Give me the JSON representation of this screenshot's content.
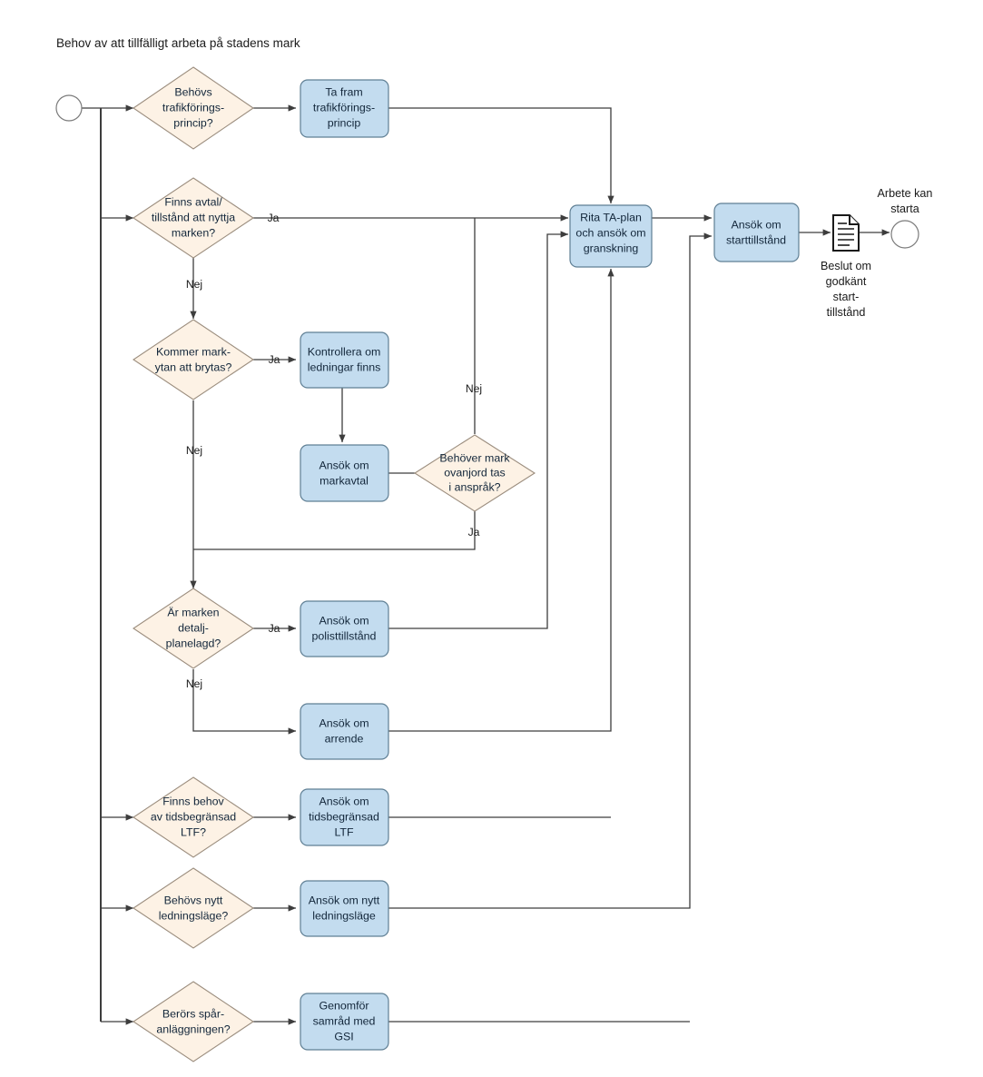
{
  "diagram": {
    "title": "Behov av att tillfälligt arbeta på stadens mark",
    "type": "flowchart",
    "language": "sv",
    "colors": {
      "process_fill": "#c3dcef",
      "process_stroke": "#5f7f94",
      "decision_fill": "#fdf2e5",
      "decision_stroke": "#9b8d7e",
      "connector": "#3d3d3d",
      "text": "#12263a",
      "background": "#ffffff"
    },
    "start": {
      "name": "start-node",
      "label": ""
    },
    "end": {
      "name": "end-node",
      "label": "Arbete kan starta",
      "label_lines": [
        "Arbete kan",
        "starta"
      ]
    },
    "document": {
      "name": "document-node",
      "label": "Beslut om godkänt start- tillstånd",
      "label_lines": [
        "Beslut om",
        "godkänt",
        "start-",
        "tillstånd"
      ]
    },
    "decisions": [
      {
        "id": "d1",
        "name": "decision-trafikforingsprincip",
        "lines": [
          "Behövs",
          "trafikförings-",
          "princip?"
        ]
      },
      {
        "id": "d2",
        "name": "decision-avtal-tillstand",
        "lines": [
          "Finns avtal/",
          "tillstånd att nyttja",
          "marken?"
        ]
      },
      {
        "id": "d3",
        "name": "decision-markytan-brytas",
        "lines": [
          "Kommer mark-",
          "ytan att brytas?"
        ]
      },
      {
        "id": "d4",
        "name": "decision-mark-ovanjord",
        "lines": [
          "Behöver mark",
          "ovanjord tas",
          "i anspråk?"
        ]
      },
      {
        "id": "d5",
        "name": "decision-detaljplanelagd",
        "lines": [
          "Är marken",
          "detalj-",
          "planelagd?"
        ]
      },
      {
        "id": "d6",
        "name": "decision-tidsbegransad-ltf",
        "lines": [
          "Finns behov",
          "av tidsbegränsad",
          "LTF?"
        ]
      },
      {
        "id": "d7",
        "name": "decision-nytt-ledningslage",
        "lines": [
          "Behövs nytt",
          "ledningsläge?"
        ]
      },
      {
        "id": "d8",
        "name": "decision-sparanlaggningen",
        "lines": [
          "Berörs spår-",
          "anläggningen?"
        ]
      }
    ],
    "processes": [
      {
        "id": "p1",
        "name": "process-ta-fram-trafikforingsprincip",
        "lines": [
          "Ta fram",
          "trafikförings-",
          "princip"
        ]
      },
      {
        "id": "p2",
        "name": "process-kontrollera-ledningar",
        "lines": [
          "Kontrollera om",
          "ledningar finns"
        ]
      },
      {
        "id": "p3",
        "name": "process-ansok-markavtal",
        "lines": [
          "Ansök om",
          "markavtal"
        ]
      },
      {
        "id": "p4",
        "name": "process-ansok-polisttillstand",
        "lines": [
          "Ansök om",
          "polisttillstånd"
        ]
      },
      {
        "id": "p5",
        "name": "process-ansok-arrende",
        "lines": [
          "Ansök om",
          "arrende"
        ]
      },
      {
        "id": "p6",
        "name": "process-ansok-tidsbegransad-ltf",
        "lines": [
          "Ansök om",
          "tidsbegränsad",
          "LTF"
        ]
      },
      {
        "id": "p7",
        "name": "process-ansok-nytt-ledningslage",
        "lines": [
          "Ansök om nytt",
          "ledningsläge"
        ]
      },
      {
        "id": "p8",
        "name": "process-genomfor-samrad-gsi",
        "lines": [
          "Genomför",
          "samråd med",
          "GSI"
        ]
      },
      {
        "id": "p9",
        "name": "process-rita-ta-plan",
        "lines": [
          "Rita TA-plan",
          "och ansök om",
          "granskning"
        ]
      },
      {
        "id": "p10",
        "name": "process-ansok-starttillstand",
        "lines": [
          "Ansök om",
          "starttillstånd"
        ]
      }
    ],
    "edge_labels": {
      "ja": "Ja",
      "nej": "Nej",
      "d2_yes": "Ja",
      "d2_no": "Nej",
      "d3_yes": "Ja",
      "d3_no": "Nej",
      "d4_no": "Nej",
      "d4_yes": "Ja",
      "d5_yes": "Ja",
      "d5_no": "Nej"
    }
  }
}
